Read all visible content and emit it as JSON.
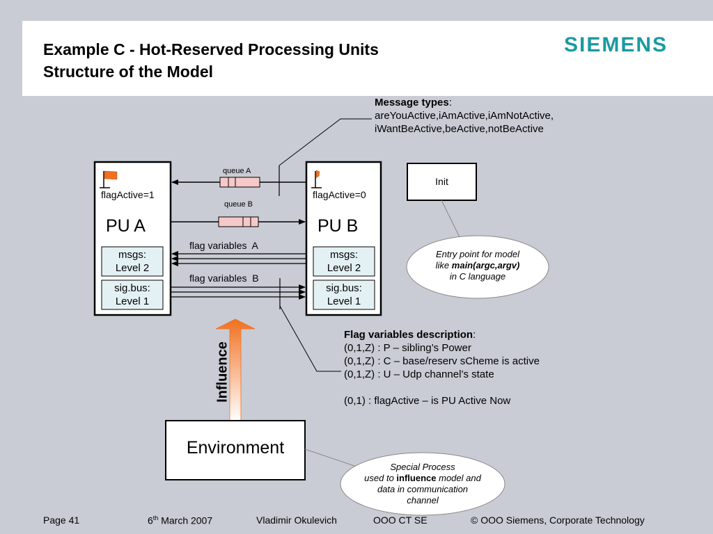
{
  "header": {
    "title_line1": "Example C - Hot-Reserved Processing Units",
    "title_line2": "Structure of the Model",
    "logo": "SIEMENS"
  },
  "message_types": {
    "heading": "Message types",
    "line1": "areYouActive,iAmActive,iAmNotActive,",
    "line2": "iWantBeActive,beActive,notBeActive"
  },
  "pu_a": {
    "flag": "flagActive=1",
    "title": "PU A",
    "msgs_line1": "msgs:",
    "msgs_line2": "Level 2",
    "sigbus_line1": "sig.bus:",
    "sigbus_line2": "Level 1"
  },
  "pu_b": {
    "flag": "flagActive=0",
    "title": "PU B",
    "msgs_line1": "msgs:",
    "msgs_line2": "Level 2",
    "sigbus_line1": "sig.bus:",
    "sigbus_line2": "Level 1"
  },
  "queues": {
    "a": "queue A",
    "b": "queue B"
  },
  "flag_vars": {
    "a": "flag variables  A",
    "b": "flag variables  B"
  },
  "init": {
    "label": "Init"
  },
  "entry_point": {
    "line1": "Entry point for model",
    "line2_pre": "like ",
    "line2_bold": "main(argc,argv)",
    "line3": "in C language"
  },
  "flag_desc": {
    "heading": "Flag variables description",
    "l1": "(0,1,Z) : P – sibling’s Power",
    "l2": "(0,1,Z) : C – base/reserv sCheme is active",
    "l3": "(0,1,Z) : U – Udp channel’s state",
    "l4": "(0,1) : flagActive – is PU Active Now"
  },
  "influence": "Influence",
  "environment": "Environment",
  "special_process": {
    "line1": "Special Process",
    "line2_pre": "used to ",
    "line2_bold": "influence",
    "line2_post": " model and",
    "line3": "data in communication",
    "line4": "channel"
  },
  "footer": {
    "page": "Page 41",
    "date_day": "6",
    "date_sup": "th",
    "date_rest": " March 2007",
    "author": "Vladimir Okulevich",
    "org": "OOO CT SE",
    "copyright": "© OOO Siemens, Corporate Technology"
  },
  "colors": {
    "background": "#c9ccd4",
    "logo": "#1a9aa0",
    "arrow_top": "#f07020",
    "queue_fill": "#f6c8c8",
    "inner_box": "#e4f1f4"
  }
}
